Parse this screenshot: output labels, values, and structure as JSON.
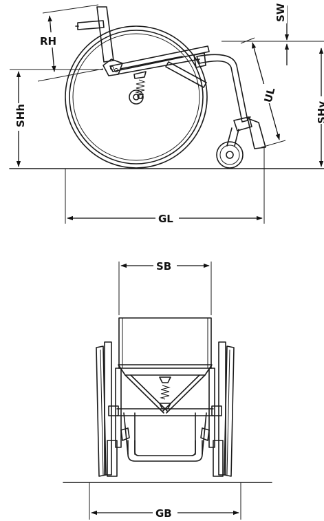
{
  "labels": {
    "seat_width_code": "SW",
    "rest_height_code": "RH",
    "seat_height_front_code": "SHh",
    "lower_leg_code": "UL",
    "seat_height_rear_code": "SHv",
    "total_length_code": "GL",
    "seat_breadth_code": "SB",
    "total_breadth_code": "GB"
  }
}
